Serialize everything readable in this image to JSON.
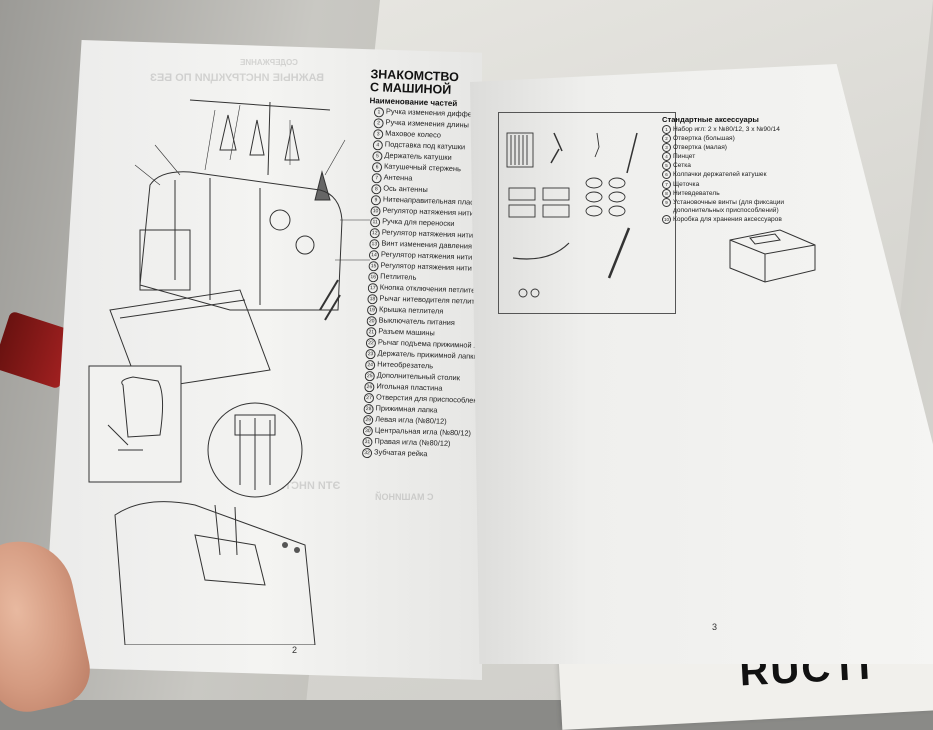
{
  "left_page": {
    "heading_line1": "ЗНАКОМСТВО",
    "heading_line2": "С МАШИНОЙ",
    "subheading": "Наименование частей",
    "page_number": "2",
    "parts": [
      {
        "n": "1",
        "label": "Ручка изменения дифференциальной подачи ткани"
      },
      {
        "n": "2",
        "label": "Ручка изменения длины стежка"
      },
      {
        "n": "3",
        "label": "Маховое колесо"
      },
      {
        "n": "4",
        "label": "Подставка под катушки"
      },
      {
        "n": "5",
        "label": "Держатель катушки"
      },
      {
        "n": "6",
        "label": "Катушечный стержень"
      },
      {
        "n": "7",
        "label": "Антенна"
      },
      {
        "n": "8",
        "label": "Ось антенны"
      },
      {
        "n": "9",
        "label": "Нитенаправительная пластина"
      },
      {
        "n": "10",
        "label": "Регулятор натяжения нити петлителя"
      },
      {
        "n": "11",
        "label": "Ручка для переноски"
      },
      {
        "n": "12",
        "label": "Регулятор натяжения нити иглы"
      },
      {
        "n": "13",
        "label": "Винт изменения давления лапки"
      },
      {
        "n": "14",
        "label": "Регулятор натяжения нити петлителя"
      },
      {
        "n": "15",
        "label": "Регулятор натяжения нити иглы"
      },
      {
        "n": "16",
        "label": "Петлитель"
      },
      {
        "n": "17",
        "label": "Кнопка отключения петлителя"
      },
      {
        "n": "18",
        "label": "Рычаг нитеводителя петлителя"
      },
      {
        "n": "19",
        "label": "Крышка петлителя"
      },
      {
        "n": "20",
        "label": "Выключатель питания"
      },
      {
        "n": "21",
        "label": "Разъем машины"
      },
      {
        "n": "22",
        "label": "Рычаг подъема прижимной лапки"
      },
      {
        "n": "23",
        "label": "Держатель прижимной лапки"
      },
      {
        "n": "24",
        "label": "Нитеобрезатель"
      },
      {
        "n": "25",
        "label": "Дополнительный столик"
      },
      {
        "n": "26",
        "label": "Игольная пластина"
      },
      {
        "n": "27",
        "label": "Отверстия для приспособлений"
      },
      {
        "n": "28",
        "label": "Прижимная лапка"
      },
      {
        "n": "29",
        "label": "Левая игла (№80/12)"
      },
      {
        "n": "30",
        "label": "Центральная игла (№80/12)"
      },
      {
        "n": "31",
        "label": "Правая игла (№80/12)"
      },
      {
        "n": "32",
        "label": "Зубчатая рейка"
      }
    ],
    "ghost_texts": [
      "СОДЕРЖАНИЕ",
      "ВАЖНЫЕ ИНСТРУКЦИИ ПО БЕЗ",
      "ЭТИ ИНСТРУКЦИИ",
      "С МАШИНОЙ"
    ]
  },
  "right_page": {
    "page_number": "3",
    "accessories_title": "Стандартные аксессуары",
    "accessories": [
      {
        "n": "1",
        "label": "Набор игл: 2 x №80/12, 3 x №90/14"
      },
      {
        "n": "2",
        "label": "Отвертка (большая)"
      },
      {
        "n": "3",
        "label": "Отвертка (малая)"
      },
      {
        "n": "4",
        "label": "Пинцет"
      },
      {
        "n": "5",
        "label": "Сетка"
      },
      {
        "n": "6",
        "label": "Колпачки держателей катушек"
      },
      {
        "n": "7",
        "label": "Щеточка"
      },
      {
        "n": "8",
        "label": "Нитевдеватель"
      },
      {
        "n": "9",
        "label": "Установочные винты (для фиксации"
      },
      {
        "n": "",
        "label": "дополнительных приспособлений)"
      },
      {
        "n": "10",
        "label": "Коробка для хранения аксессуаров"
      }
    ]
  },
  "background_paper_text": "RUCTI"
}
